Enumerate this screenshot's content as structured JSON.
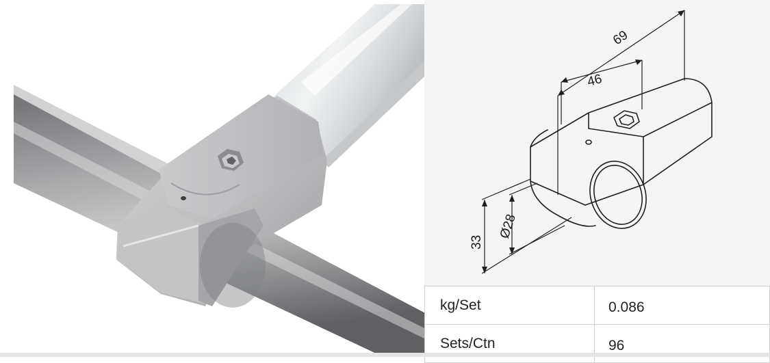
{
  "drawing": {
    "dimensions": {
      "length_overall": "69",
      "length_inner": "46",
      "height": "33",
      "bore_diameter": "Ø28"
    }
  },
  "specs": {
    "rows": [
      {
        "label": "kg/Set",
        "value": "0.086"
      },
      {
        "label": "Sets/Ctn",
        "value": "96"
      }
    ]
  },
  "colors": {
    "tube": "#9a9a9a",
    "connector": "#bcbcbc",
    "drawing_background": "#f4f4f4",
    "table_border": "#cfcfcf"
  }
}
